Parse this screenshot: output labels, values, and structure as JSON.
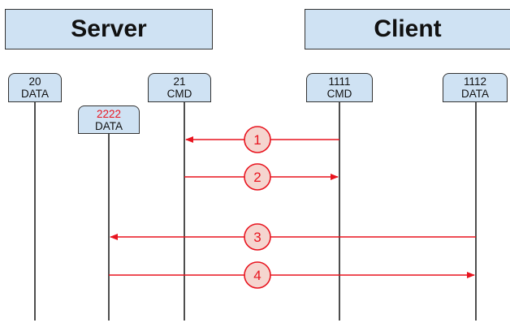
{
  "headers": {
    "server": "Server",
    "client": "Client"
  },
  "ports": [
    {
      "id": "server-data-20",
      "number": "20",
      "label": "DATA",
      "number_color": "#111111"
    },
    {
      "id": "server-data-2222",
      "number": "2222",
      "label": "DATA",
      "number_color": "#e8141f"
    },
    {
      "id": "server-cmd-21",
      "number": "21",
      "label": "CMD",
      "number_color": "#111111"
    },
    {
      "id": "client-cmd-1111",
      "number": "1111",
      "label": "CMD",
      "number_color": "#111111"
    },
    {
      "id": "client-data-1112",
      "number": "1112",
      "label": "DATA",
      "number_color": "#111111"
    }
  ],
  "messages": [
    {
      "step": "1",
      "from": "1111 CMD",
      "to": "21 CMD"
    },
    {
      "step": "2",
      "from": "21 CMD",
      "to": "1111 CMD"
    },
    {
      "step": "3",
      "from": "1112 DATA",
      "to": "2222 DATA"
    },
    {
      "step": "4",
      "from": "2222 DATA",
      "to": "1112 DATA"
    }
  ],
  "colors": {
    "box_fill": "#cfe2f3",
    "arrow": "#e8141f",
    "line": "#222222"
  }
}
